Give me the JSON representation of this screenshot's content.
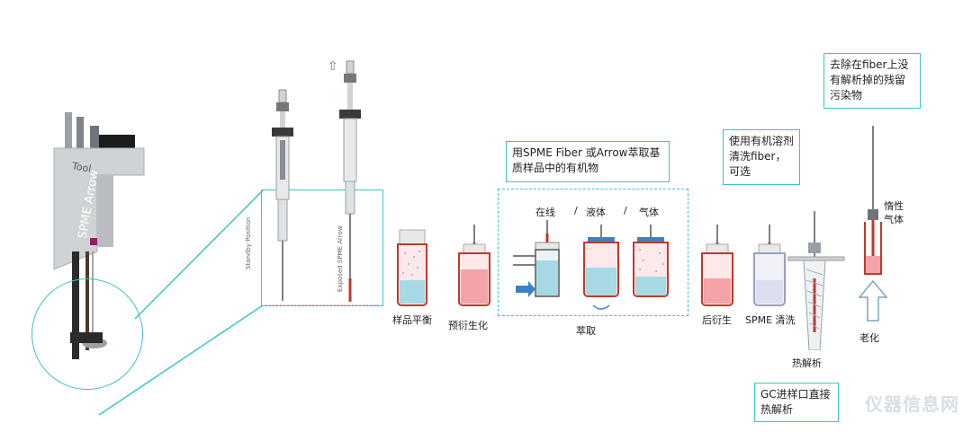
{
  "tool": {
    "brand": "SPME Arrow",
    "tag": "Tool"
  },
  "syringe": {
    "standby_label": "Standby Position",
    "exposed_label": "Exposed SPME Arrow"
  },
  "extraction": {
    "header": "用SPME Fiber 或Arrow萃取基质样品中的有机物",
    "modes": [
      "在线",
      "/",
      "液体",
      "/",
      "气体"
    ],
    "caption": "萃取"
  },
  "steps": {
    "equilibrium": "样品平衡",
    "pre_derivatization": "预衍生化",
    "post_derivatization": "后衍生",
    "spme_clean": "SPME 清洗",
    "thermal_desorption": "热解析",
    "aging": "老化",
    "inert_gas": "惰性\n气体"
  },
  "notes": {
    "clean_note": "使用有机溶剂清洗fiber，可选",
    "remove_note": "去除在fiber上没有解析掉的残留污染物",
    "gc_note": "GC进样口直接热解析"
  },
  "watermark": "仪器信息网",
  "colors": {
    "accent": "#3cc3c6",
    "red": "#c0392b",
    "liquid_red": "#f4a3a8",
    "liquid_blue": "#a6d9e3"
  }
}
